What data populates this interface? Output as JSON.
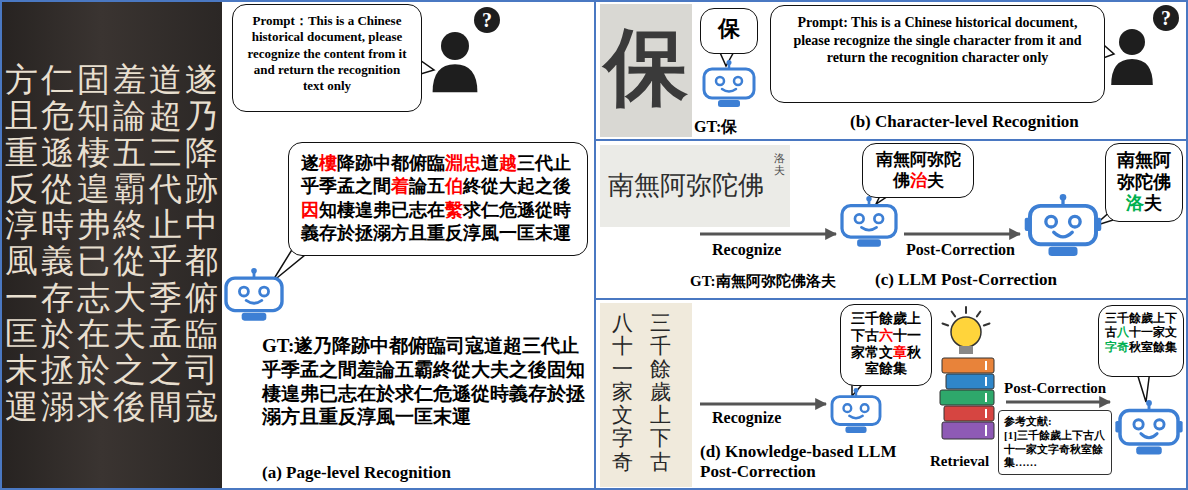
{
  "diagram": {
    "nodes": [
      {
        "text": [
          "(a) Page-level Recognition"
        ]
      },
      {
        "text": [
          "遂乃降跡中都俯臨司寇",
          "道超三代止乎季孟之間",
          "羞論五霸終從大夫之後",
          "固知棲遑弗已志在於求",
          "仁危遜從時義存於拯溺",
          "方且重反淳風一匡末運"
        ],
        "in": 0
      },
      {
        "text": [
          "Prompt：This is a Chinese historical document, please recognize the content from it and return the recognition text only"
        ],
        "in": 0
      },
      {
        "text": [
          "遂樓降跡中都俯臨淵忠道越三代止乎季孟之間着論五伯終從大起之後因知棲遑弗已志在繫求仁危遜從時義存於拯溺方且重反淳風一匡末運"
        ],
        "in": 0
      },
      {
        "text": [
          "(b) Character-level Recognition"
        ]
      },
      {
        "text": [
          "保"
        ],
        "in": 4
      },
      {
        "text": [
          "保"
        ],
        "in": 4
      },
      {
        "text": [
          "Prompt: This is a Chinese historical document, please recognize the single character from it and return the recognition character only"
        ],
        "in": 4
      },
      {
        "text": [
          "(c) LLM Post-Correction"
        ]
      },
      {
        "text": [
          "南無阿弥陀佛",
          "洛夫"
        ],
        "in": 8
      },
      {
        "text": [
          "南無阿弥陀佛治夫"
        ],
        "in": 8
      },
      {
        "text": [
          "南無阿弥陀佛洛夫"
        ],
        "in": 8
      },
      {
        "text": [
          "(d) Knowledge-based LLM Post-Correction"
        ]
      },
      {
        "text": [
          "三千餘歲上下古",
          "八十一家文字奇"
        ],
        "in": 12
      },
      {
        "text": [
          "三千餘歲上下古六十一家常文章秋室餘集"
        ],
        "in": 12
      },
      {
        "text": [
          "参考文献:",
          "[1]三千餘歲上下古八十一家文字奇秋室餘集……"
        ],
        "in": 12
      },
      {
        "text": [
          "三千餘歲上下古八十一家文字奇秋室餘集"
        ],
        "in": 12
      }
    ],
    "labels": [
      "GT:遂乃降跡中都俯臨司寇道超三代止乎季孟之間羞論五霸終從大夫之後固知棲遑弗已志在於求仁危遜從時義存於拯溺方且重反淳風一匡末運",
      "?",
      "?",
      "GT:保",
      "Recognize",
      "Post-Correction",
      "GT:南無阿弥陀佛洛夫",
      "Recognize",
      "Retrieval",
      "Post-Correction"
    ]
  }
}
